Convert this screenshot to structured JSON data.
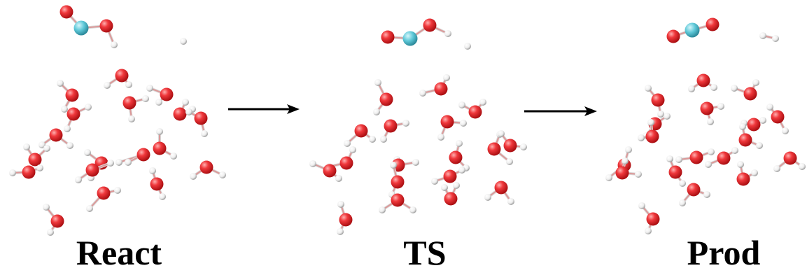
{
  "panels": {
    "react": {
      "label": "React"
    },
    "ts": {
      "label": "TS"
    },
    "prod": {
      "label": "Prod"
    }
  },
  "colors": {
    "oxygen": "#e8282e",
    "hydrogen": "#f2f2f2",
    "carbon": "#5ec8d8",
    "arrow": "#000000"
  }
}
